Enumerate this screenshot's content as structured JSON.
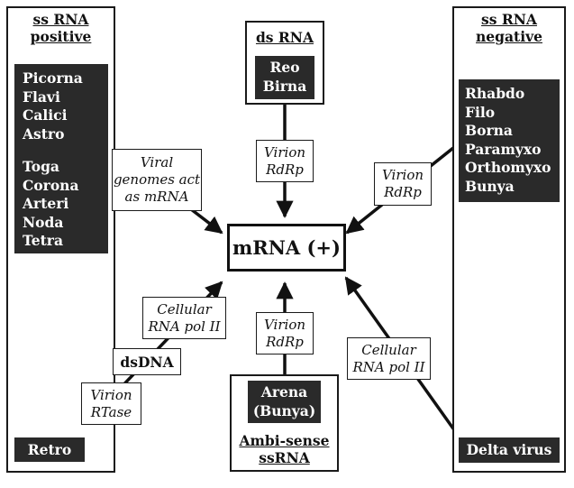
{
  "center": {
    "label": "mRNA (+)"
  },
  "ss_rna_positive": {
    "title": [
      "ss RNA",
      "positive"
    ],
    "families_a": [
      "Picorna",
      "Flavi",
      "Calici",
      "Astro"
    ],
    "families_b": [
      "Toga",
      "Corona",
      "Arteri",
      "Noda",
      "Tetra"
    ],
    "retro": "Retro"
  },
  "ds_rna": {
    "title": "ds RNA",
    "families": [
      "Reo",
      "Birna"
    ]
  },
  "ss_rna_negative": {
    "title": [
      "ss RNA",
      "negative"
    ],
    "families": [
      "Rhabdo",
      "Filo",
      "Borna",
      "Paramyxo",
      "Orthomyxo",
      "Bunya"
    ],
    "delta": "Delta virus"
  },
  "ambisense": {
    "title": [
      "Ambi-sense",
      "ssRNA"
    ],
    "families": [
      "Arena",
      "(Bunya)"
    ]
  },
  "labels": {
    "viral_genomes": [
      "Viral",
      "genomes act",
      "as mRNA"
    ],
    "virion_rdrp_top": [
      "Virion",
      "RdRp"
    ],
    "virion_rdrp_right": [
      "Virion",
      "RdRp"
    ],
    "virion_rdrp_bottom": [
      "Virion",
      "RdRp"
    ],
    "cellular_pol_left": [
      "Cellular",
      "RNA pol II"
    ],
    "cellular_pol_right": [
      "Cellular",
      "RNA pol II"
    ],
    "dsdna": "dsDNA",
    "virion_rtase": [
      "Virion",
      "RTase"
    ]
  }
}
